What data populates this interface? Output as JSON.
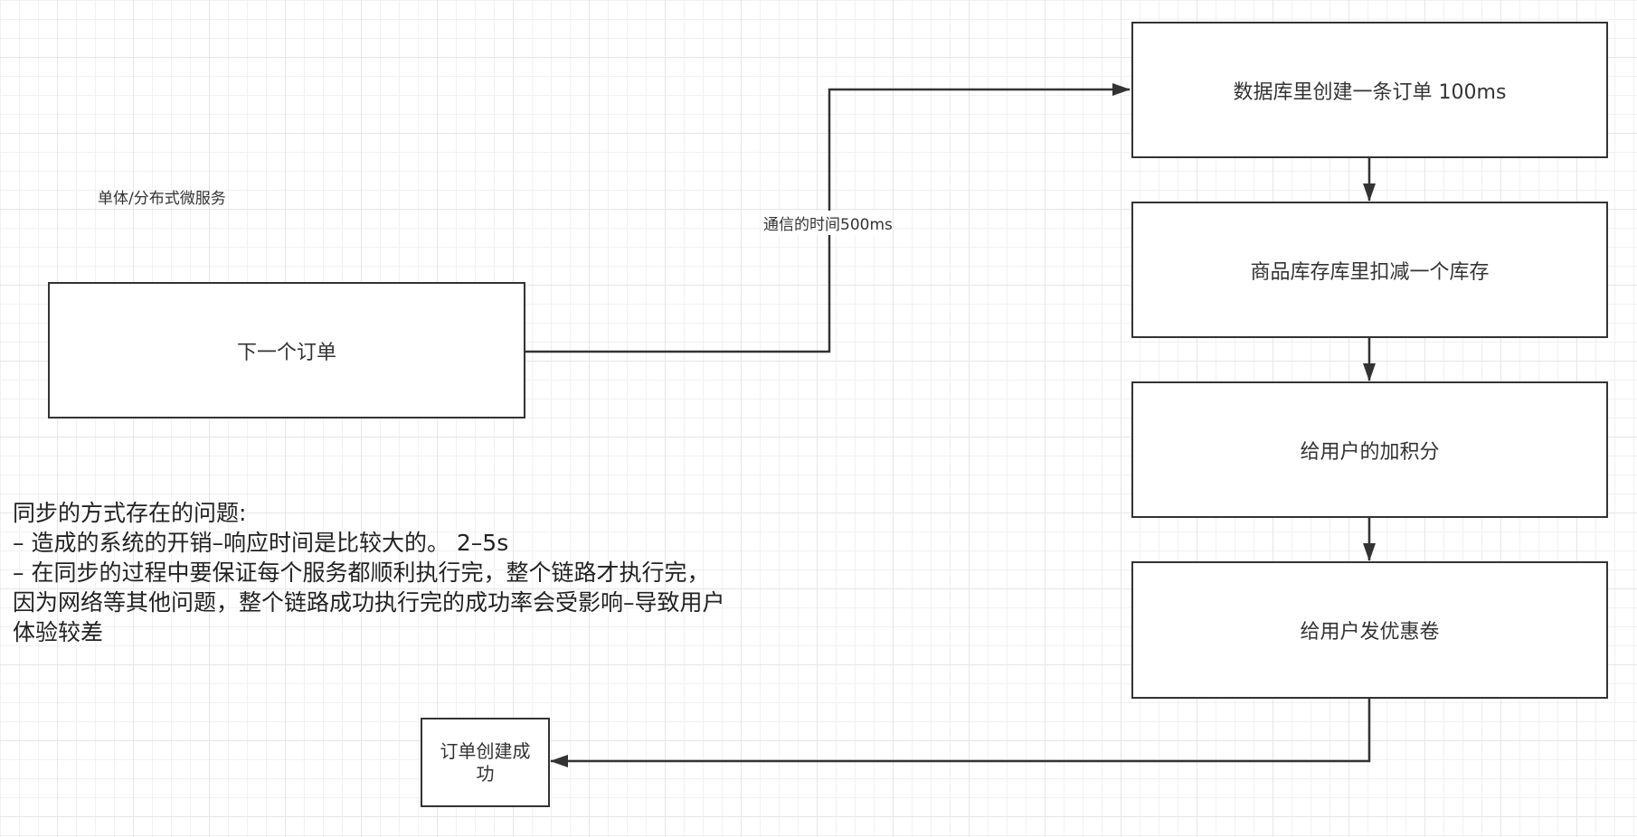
{
  "diagram": {
    "title_label": "单体/分布式微服务",
    "start_node": "下一个订单",
    "edge_label": "通信的时间500ms",
    "steps": [
      "数据库里创建一条订单 100ms",
      "商品库存库里扣减一个库存",
      "给用户的加积分",
      "给用户发优惠卷"
    ],
    "end_node": [
      "订单创建成",
      "功"
    ],
    "notes": [
      "同步的方式存在的问题:",
      "– 造成的系统的开销–响应时间是比较大的。 2–5s",
      "– 在同步的过程中要保证每个服务都顺利执行完，整个链路才执行完，",
      "因为网络等其他问题，整个链路成功执行完的成功率会受影响–导致用户",
      "体验较差"
    ]
  },
  "colors": {
    "stroke": "#333333",
    "text": "#333333",
    "grid_minor": "#f1f1f1",
    "grid_major": "#e6e6e6"
  }
}
